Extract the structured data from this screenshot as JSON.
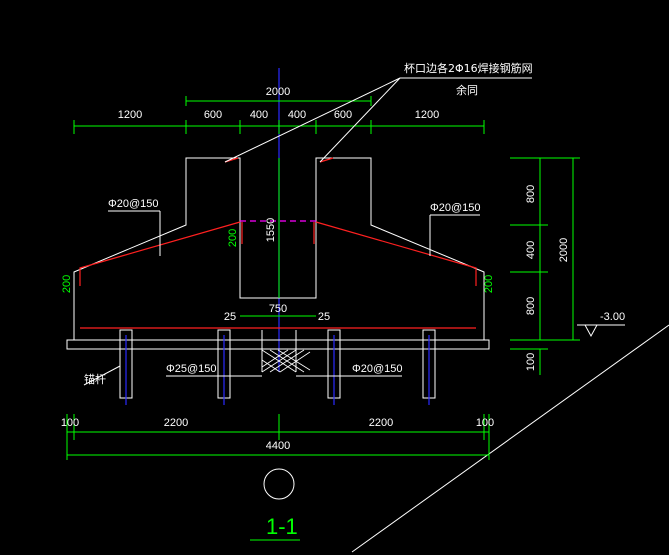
{
  "annotation": {
    "leader_note": "杯口边各2Φ16焊接钢筋网",
    "leader_note_sub": "余同"
  },
  "dims": {
    "top_overall": "2000",
    "top_segments": [
      "1200",
      "600",
      "400",
      "400",
      "600",
      "1200"
    ],
    "right_segments": [
      "800",
      "400",
      "800"
    ],
    "right_overall": "2000",
    "right_bottom": "100",
    "left_edge": "200",
    "right_edge": "200",
    "cup_offset": "200",
    "cup_depth": "1550",
    "cup_bottom_width": "750",
    "gap_left": "25",
    "gap_right": "25",
    "bottom_segments": [
      "100",
      "2200",
      "2200",
      "100"
    ],
    "bottom_overall": "4400"
  },
  "rebar": {
    "left_slope": "Φ20@150",
    "right_slope": "Φ20@150",
    "bottom_left": "Φ25@150",
    "bottom_right": "Φ20@150"
  },
  "labels": {
    "pile": "锚杆",
    "elevation": "-3.00",
    "section": "1-1"
  },
  "colors": {
    "background": "#000000",
    "outline": "#ffffff",
    "dimension": "#00ff00",
    "rebar": "#ff2020",
    "centerline": "#2a2aff",
    "hidden": "#ff00ff"
  }
}
